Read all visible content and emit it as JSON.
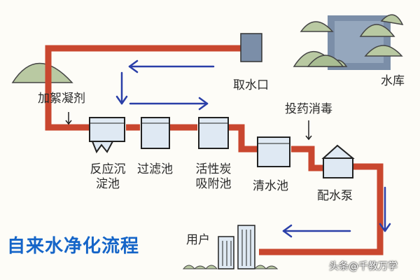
{
  "title": "自来水净化流程",
  "labels": {
    "intake": "取水口",
    "reservoir": "水库",
    "coagulant": "加絮凝剂",
    "disinfect": "投药消毒",
    "reaction_tank_line1": "反应沉",
    "reaction_tank_line2": "淀池",
    "filter_tank": "过滤池",
    "carbon_tank_line1": "活性炭",
    "carbon_tank_line2": "吸附池",
    "clear_tank": "清水池",
    "pump": "配水泵",
    "user": "用户"
  },
  "watermark": "头条@千教万学",
  "colors": {
    "pipe": "#c9472f",
    "arrow": "#2a3fa8",
    "tank_fill": "#dfe9f3",
    "water": "#7b8ea8"
  }
}
